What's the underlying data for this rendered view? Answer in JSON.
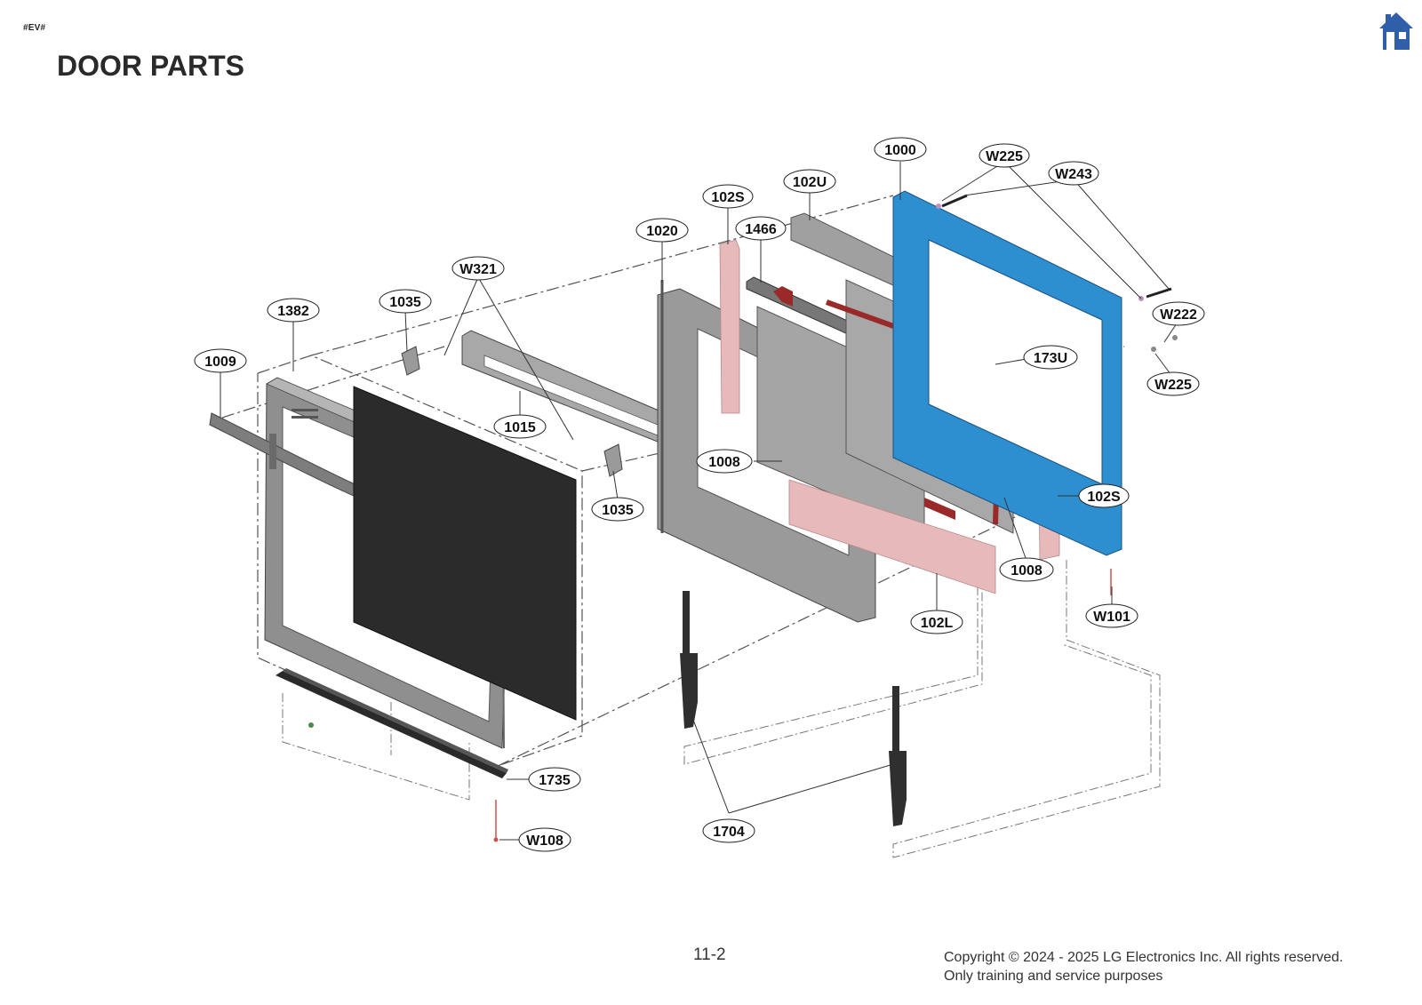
{
  "header": {
    "model_tag": "#EV#",
    "title": "DOOR PARTS",
    "home_icon": "home-icon",
    "home_color": "#2f5fa8"
  },
  "callouts": [
    {
      "label": "1000"
    },
    {
      "label": "W225"
    },
    {
      "label": "W243"
    },
    {
      "label": "102U"
    },
    {
      "label": "102S"
    },
    {
      "label": "1466"
    },
    {
      "label": "1020"
    },
    {
      "label": "W321"
    },
    {
      "label": "1035"
    },
    {
      "label": "1382"
    },
    {
      "label": "1009"
    },
    {
      "label": "1015"
    },
    {
      "label": "1008"
    },
    {
      "label": "1035"
    },
    {
      "label": "W222"
    },
    {
      "label": "173U"
    },
    {
      "label": "W225"
    },
    {
      "label": "102S"
    },
    {
      "label": "1008"
    },
    {
      "label": "102L"
    },
    {
      "label": "W101"
    },
    {
      "label": "1735"
    },
    {
      "label": "W108"
    },
    {
      "label": "1704"
    }
  ],
  "footer": {
    "page_number": "11-2",
    "copyright_line1": "Copyright © 2024 - 2025 LG Electronics Inc. All rights reserved.",
    "copyright_line2": "Only training and service purposes"
  },
  "colors": {
    "inner_frame_blue": "#2e8fd0",
    "insulation_pink": "#e6b9bb",
    "gasket_red": "#9a2a2a",
    "glass_black": "#2b2b2b",
    "metal_gray": "#9a9a9a"
  }
}
